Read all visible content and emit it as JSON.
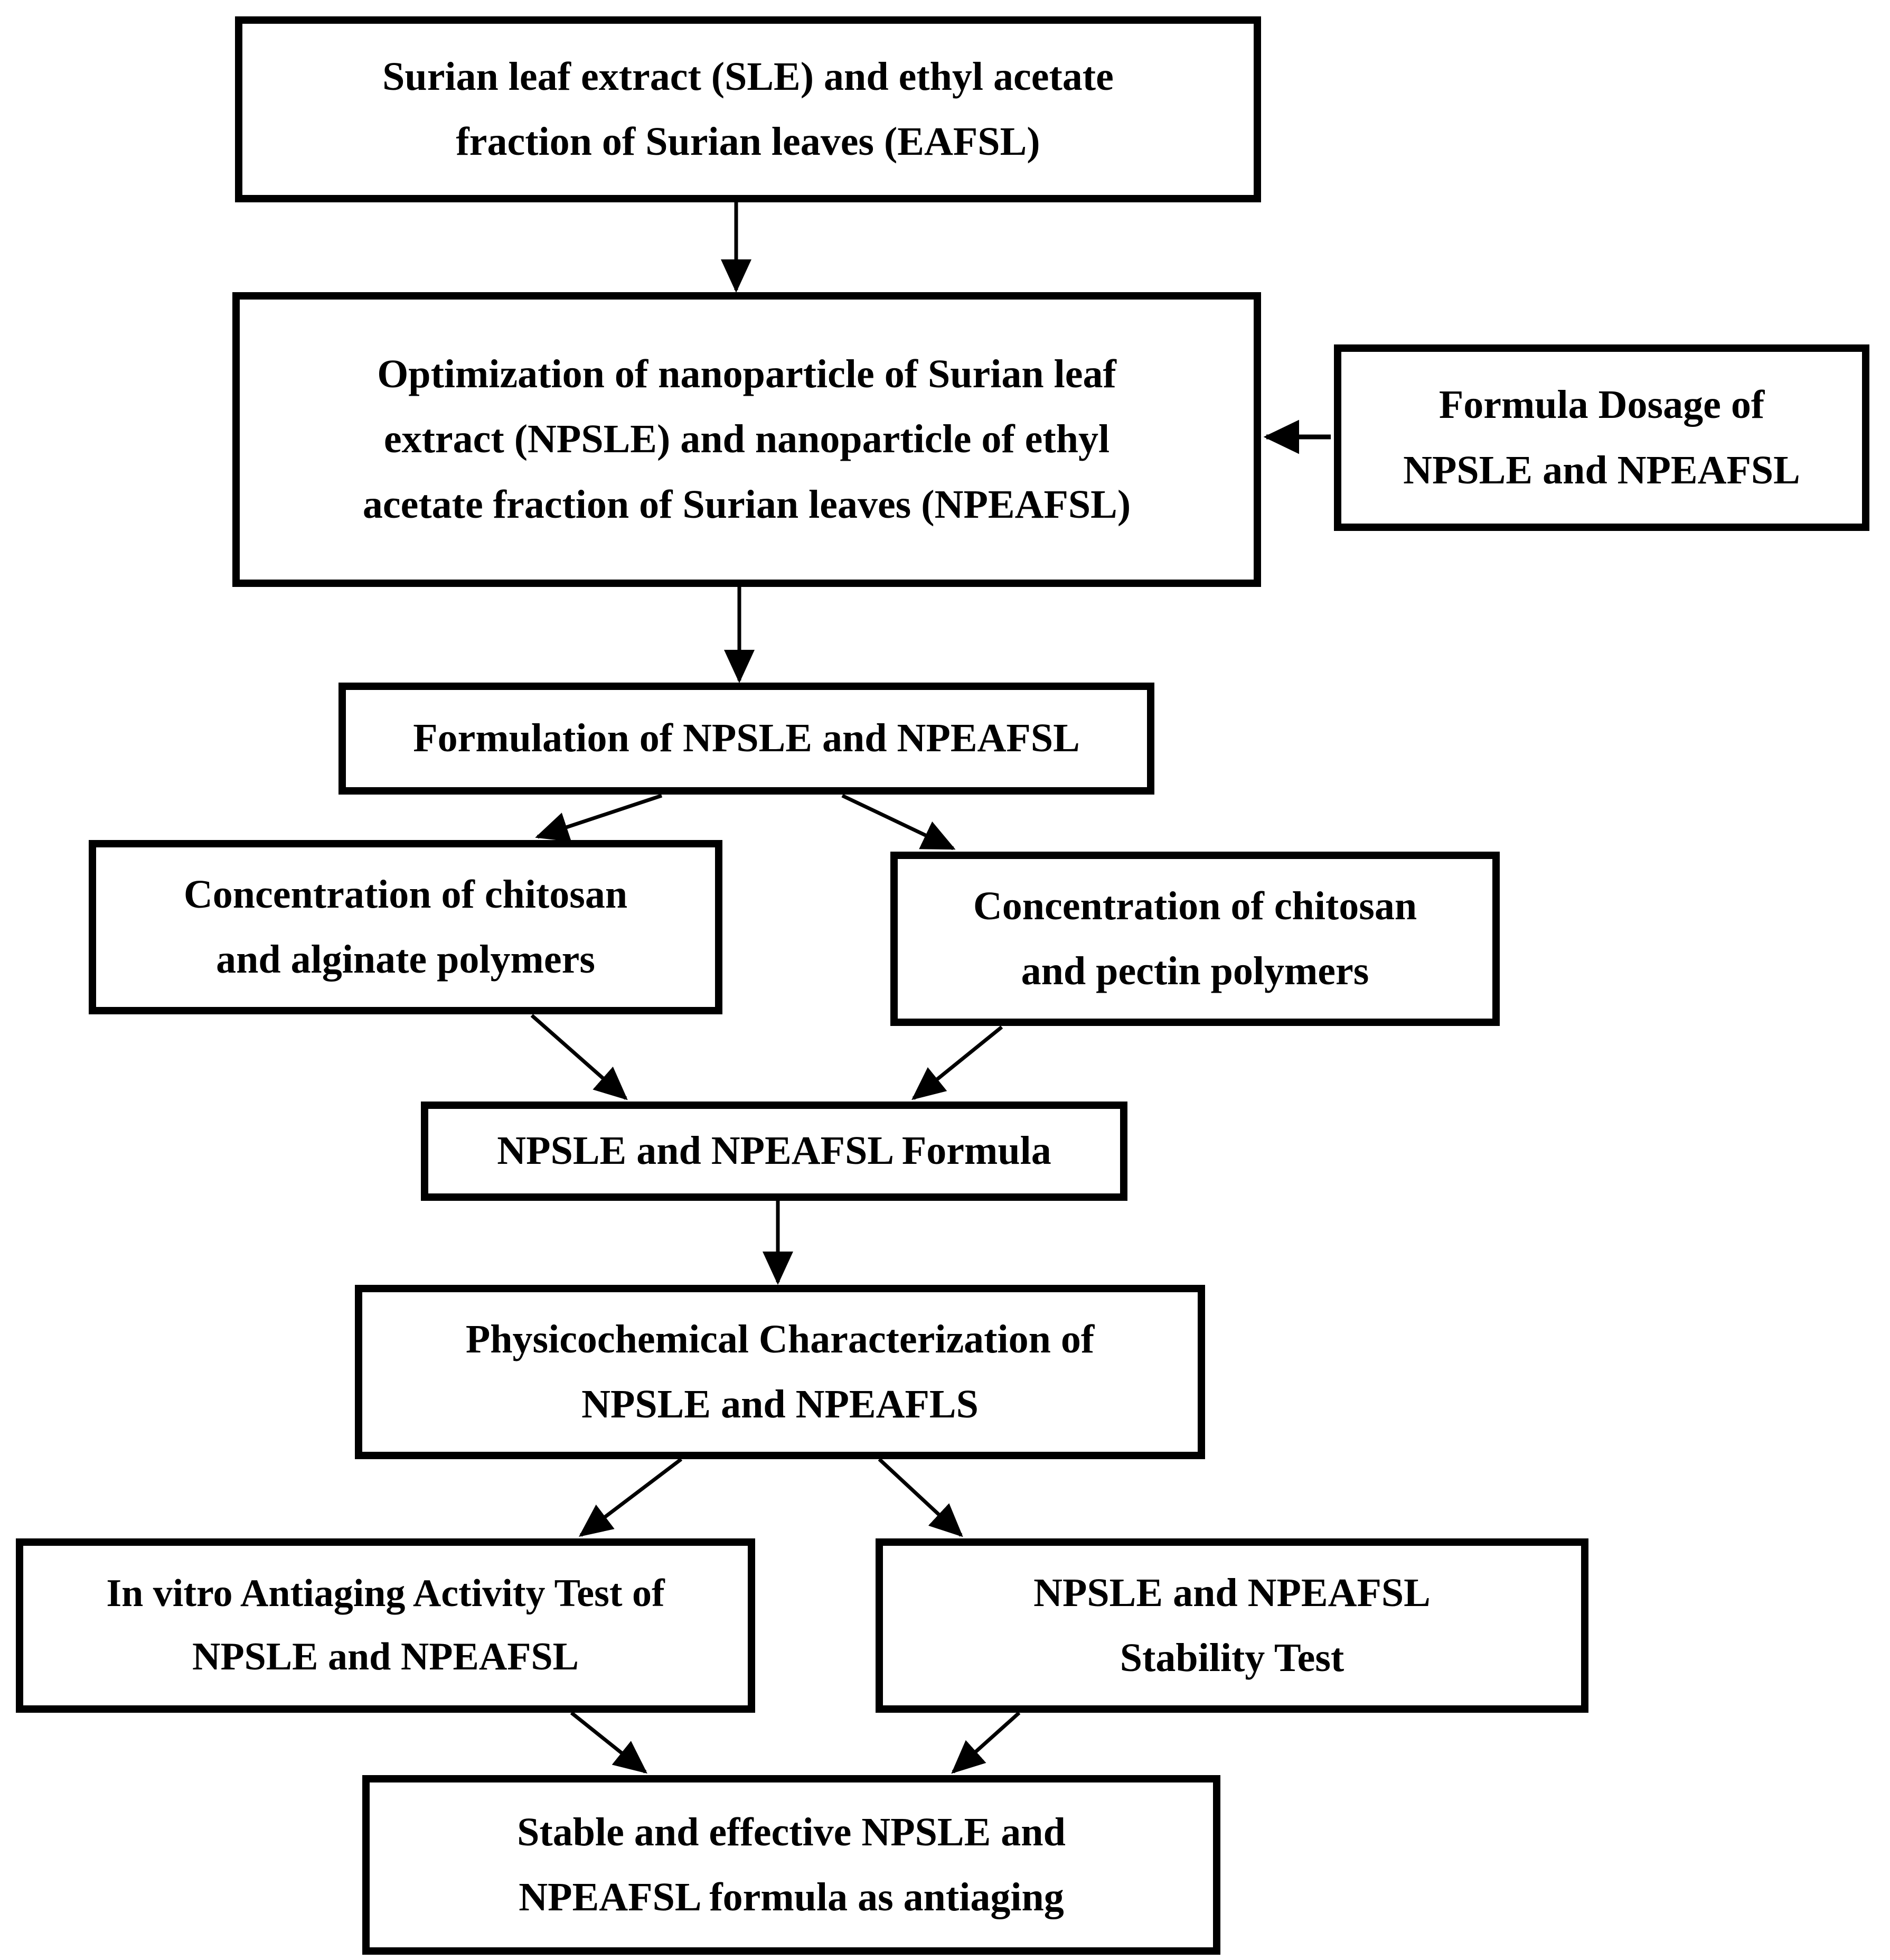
{
  "diagram": {
    "type": "flowchart",
    "title": "Research workflow for NPSLE and NPEAFSL nanoparticle formulation",
    "colors": {
      "box_border": "#000000",
      "box_fill": "#ffffff",
      "connector": "#000000",
      "text": "#000000",
      "canvas": "#ffffff"
    },
    "nodes": [
      {
        "id": "source",
        "lines": [
          "Surian leaf extract (SLE) and ethyl acetate",
          "fraction of Surian leaves (EAFSL)"
        ]
      },
      {
        "id": "optimization",
        "lines": [
          "Optimization of nanoparticle of Surian leaf",
          "extract (NPSLE) and nanoparticle of ethyl",
          "acetate fraction of Surian leaves (NPEAFSL)"
        ]
      },
      {
        "id": "formula_dosage",
        "lines": [
          "Formula Dosage of",
          "NPSLE and NPEAFSL"
        ]
      },
      {
        "id": "formulation",
        "lines": [
          "Formulation of NPSLE and NPEAFSL"
        ]
      },
      {
        "id": "chitosan_alginate",
        "lines": [
          "Concentration of chitosan",
          "and alginate polymers"
        ]
      },
      {
        "id": "chitosan_pectin",
        "lines": [
          "Concentration of chitosan",
          "and pectin polymers"
        ]
      },
      {
        "id": "combined_formula",
        "lines": [
          "NPSLE and NPEAFSL Formula"
        ]
      },
      {
        "id": "characterization",
        "lines": [
          "Physicochemical Characterization of",
          "NPSLE and NPEAFLS"
        ]
      },
      {
        "id": "antiaging_test",
        "lines": [
          "In vitro Antiaging Activity Test of",
          "NPSLE and NPEAFSL"
        ]
      },
      {
        "id": "stability_test",
        "lines": [
          "NPSLE and NPEAFSL",
          "Stability Test"
        ]
      },
      {
        "id": "final_outcome",
        "lines": [
          "Stable and effective NPSLE and",
          "NPEAFSL formula as antiaging"
        ]
      }
    ],
    "edges": [
      {
        "from": "source",
        "to": "optimization",
        "style": "straight-down-arrow"
      },
      {
        "from": "formula_dosage",
        "to": "optimization",
        "style": "straight-left-arrow"
      },
      {
        "from": "optimization",
        "to": "formulation",
        "style": "straight-down-arrow"
      },
      {
        "from": "formulation",
        "to": "chitosan_alginate",
        "style": "diagonal-down-left-arrow"
      },
      {
        "from": "formulation",
        "to": "chitosan_pectin",
        "style": "diagonal-down-right-arrow"
      },
      {
        "from": "chitosan_alginate",
        "to": "combined_formula",
        "style": "diagonal-down-right-arrow"
      },
      {
        "from": "chitosan_pectin",
        "to": "combined_formula",
        "style": "diagonal-down-left-arrow"
      },
      {
        "from": "combined_formula",
        "to": "characterization",
        "style": "straight-down-arrow"
      },
      {
        "from": "characterization",
        "to": "antiaging_test",
        "style": "diagonal-down-left-arrow"
      },
      {
        "from": "characterization",
        "to": "stability_test",
        "style": "diagonal-down-right-arrow"
      },
      {
        "from": "antiaging_test",
        "to": "final_outcome",
        "style": "diagonal-down-right-arrow"
      },
      {
        "from": "stability_test",
        "to": "final_outcome",
        "style": "diagonal-down-left-arrow"
      }
    ]
  }
}
